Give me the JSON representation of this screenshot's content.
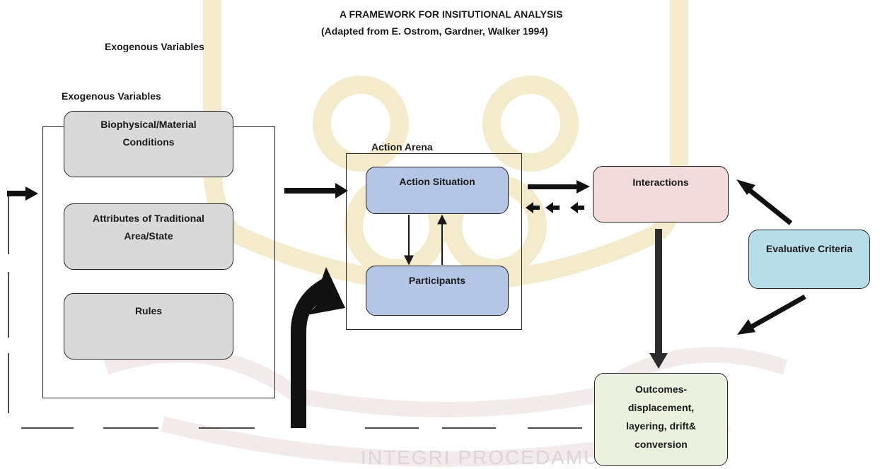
{
  "title": {
    "line1": "A FRAMEWORK FOR INSITUTIONAL ANALYSIS",
    "line2": "(Adapted from E. Ostrom, Gardner, Walker 1994)"
  },
  "labels": {
    "exogenous_top": "Exogenous Variables",
    "exogenous_group": "Exogenous Variables",
    "action_arena": "Action Arena"
  },
  "boxes": {
    "biophysical": "Biophysical/Material Conditions",
    "attributes": "Attributes of Traditional Area/State",
    "rules": "Rules",
    "action_situation": "Action Situation",
    "participants": "Participants",
    "interactions": "Interactions",
    "evaluative_criteria": "Evaluative Criteria",
    "outcomes": "Outcomes- displacement, layering, drift& conversion"
  },
  "watermark": {
    "motto": "INTEGRI PROCEDAMUS"
  },
  "colors": {
    "gray_box": "#d9d9d9",
    "blue_box": "#b4c5e6",
    "pink_box": "#f2dcdb",
    "cyan_box": "#b7dee8",
    "green_box": "#ebf1de",
    "watermark": "#e9d49a"
  }
}
